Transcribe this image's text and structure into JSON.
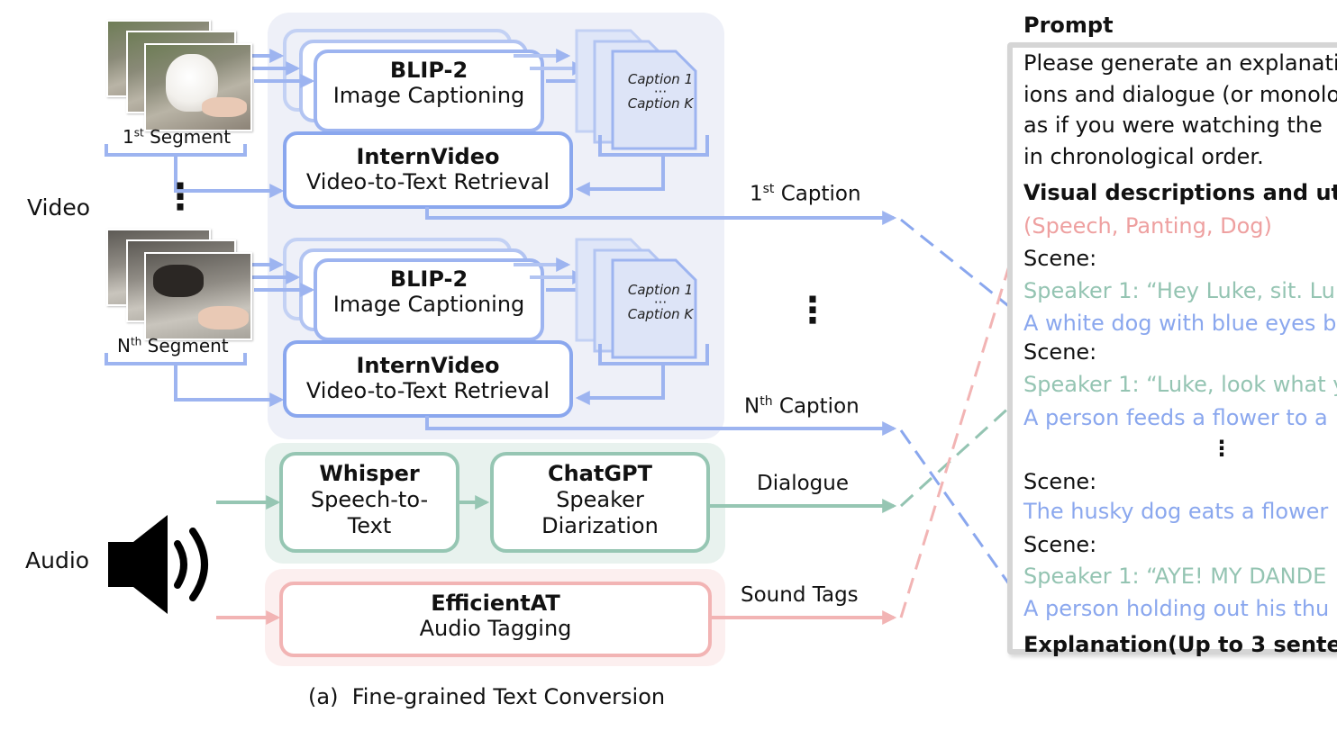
{
  "colors": {
    "video_panel": "#eef0f8",
    "audio_green_panel": "#e8f2ee",
    "audio_pink_panel": "#fcefef",
    "blue": "#9db4f0",
    "blue_dark": "#8aa7ee",
    "green": "#96c6b3",
    "pink": "#f2b4b4",
    "prompt_border": "#d5d5d5"
  },
  "inputs": {
    "video_label": "Video",
    "audio_label": "Audio",
    "segment_1_label_prefix": "1",
    "segment_1_label_sup": "st",
    "segment_1_label_suffix": "Segment",
    "segment_n_label_prefix": "N",
    "segment_n_label_sup": "th",
    "segment_n_label_suffix": "Segment",
    "vertical_ellipsis": "⋮",
    "speaker_icon": "speaker-icon"
  },
  "modules": {
    "blip2_title": "BLIP-2",
    "blip2_sub": "Image Captioning",
    "caption_1": "Caption 1",
    "caption_dots": "···",
    "caption_k": "Caption K",
    "internvideo_title": "InternVideo",
    "internvideo_sub": "Video-to-Text Retrieval",
    "whisper_title": "Whisper",
    "whisper_sub_line1": "Speech-to-",
    "whisper_sub_line2": "Text",
    "chatgpt_title": "ChatGPT",
    "chatgpt_sub_line1": "Speaker",
    "chatgpt_sub_line2": "Diarization",
    "efficientat_title": "EfficientAT",
    "efficientat_sub": "Audio Tagging"
  },
  "outputs": {
    "caption_1_prefix": "1",
    "caption_1_sup": "st",
    "caption_1_suffix": "Caption",
    "caption_n_prefix": "N",
    "caption_n_sup": "th",
    "caption_n_suffix": "Caption",
    "middle_ellipsis": "⋮",
    "dialogue": "Dialogue",
    "sound_tags": "Sound Tags"
  },
  "subfigure_caption": "(a)  Fine-grained Text Conversion",
  "prompt": {
    "header": "Prompt",
    "instruction_lines": [
      "Please generate an explanati",
      "ions and dialogue (or monolo",
      "as if you were watching the",
      "in chronological order."
    ],
    "section_title": "Visual descriptions and utt",
    "sound_tags_line": "(Speech, Panting, Dog)",
    "scene_label": "Scene:",
    "scene1_speech": "Speaker 1: “Hey Luke, sit. Lu",
    "scene1_caption": "A white dog with blue eyes b",
    "scene2_speech": "Speaker 1: “Luke, look what y",
    "scene2_caption": "A person feeds a flower to a",
    "ellipsis": "⋮",
    "scene3_caption": "The husky dog eats a flower",
    "scene4_speech": "Speaker 1: “AYE! MY DANDE",
    "scene4_caption": "A person holding out his thu",
    "explanation_title": "Explanation(Up to 3 senten"
  }
}
